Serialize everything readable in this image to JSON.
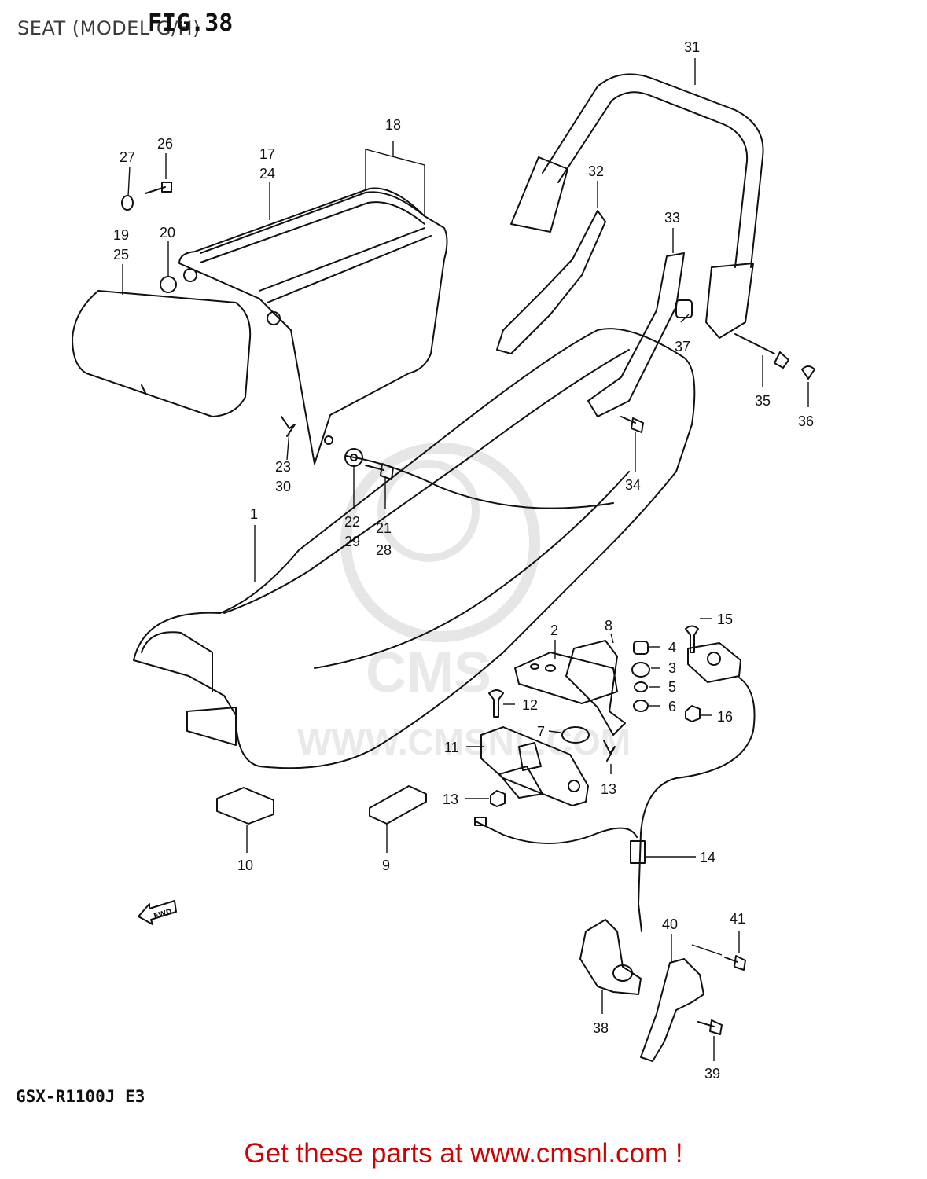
{
  "header": {
    "title": "SEAT (MODEL G/H)",
    "figure": "FIG.38"
  },
  "footer": {
    "model_code": "GSX-R1100J E3",
    "banner": "Get these parts at www.cmsnl.com !"
  },
  "watermark": {
    "text": "WWW.CMSNL.COM",
    "logo_text": "CMS"
  },
  "fwd_arrow_label": "FWD",
  "callouts": {
    "c1": "1",
    "c2": "2",
    "c3": "3",
    "c4": "4",
    "c5": "5",
    "c6": "6",
    "c7": "7",
    "c8": "8",
    "c9": "9",
    "c10": "10",
    "c11": "11",
    "c12": "12",
    "c13a": "13",
    "c13b": "13",
    "c14": "14",
    "c15": "15",
    "c16": "16",
    "c17": "17",
    "c18": "18",
    "c19": "19",
    "c20": "20",
    "c21": "21",
    "c22": "22",
    "c23": "23",
    "c24": "24",
    "c25": "25",
    "c26": "26",
    "c27": "27",
    "c28": "28",
    "c29": "29",
    "c30": "30",
    "c31": "31",
    "c32": "32",
    "c33": "33",
    "c34": "34",
    "c35": "35",
    "c36": "36",
    "c37": "37",
    "c38": "38",
    "c39": "39",
    "c40": "40",
    "c41": "41"
  }
}
